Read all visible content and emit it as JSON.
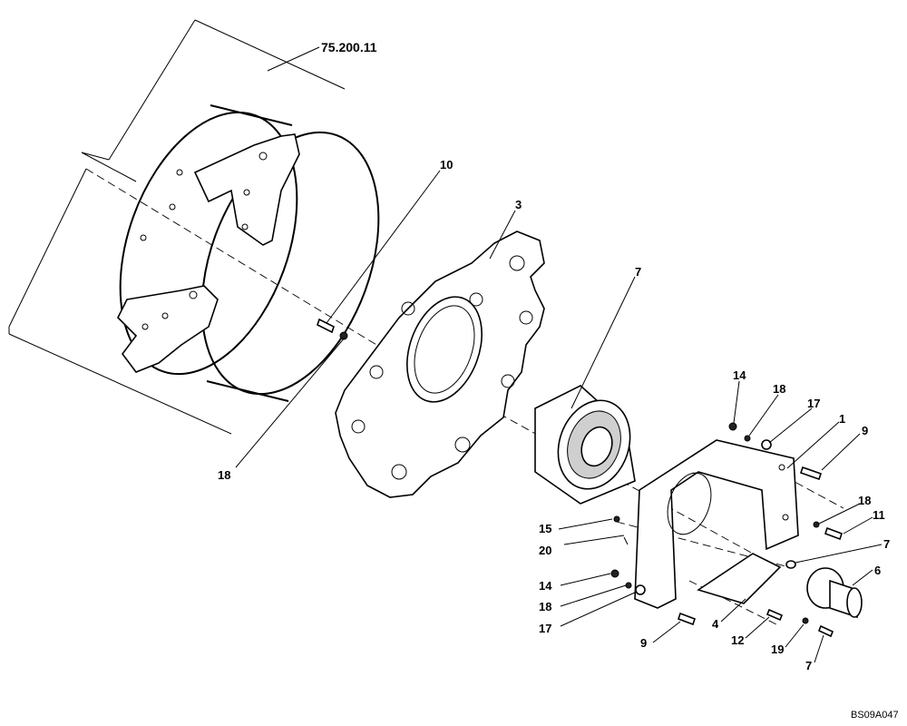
{
  "reference": "75.200.11",
  "drawing_code": "BS09A047",
  "callouts": {
    "c10": "10",
    "c3": "3",
    "c18_left": "18",
    "c7_motor": "7",
    "c14_top": "14",
    "c18_top": "18",
    "c17_top": "17",
    "c1": "1",
    "c9_right": "9",
    "c18_right": "18",
    "c11": "11",
    "c7_right": "7",
    "c6": "6",
    "c15": "15",
    "c20": "20",
    "c14_bottom": "14",
    "c18_bottom": "18",
    "c17_bottom": "17",
    "c9_bottom": "9",
    "c4": "4",
    "c12": "12",
    "c19": "19",
    "c7_bottom": "7"
  }
}
